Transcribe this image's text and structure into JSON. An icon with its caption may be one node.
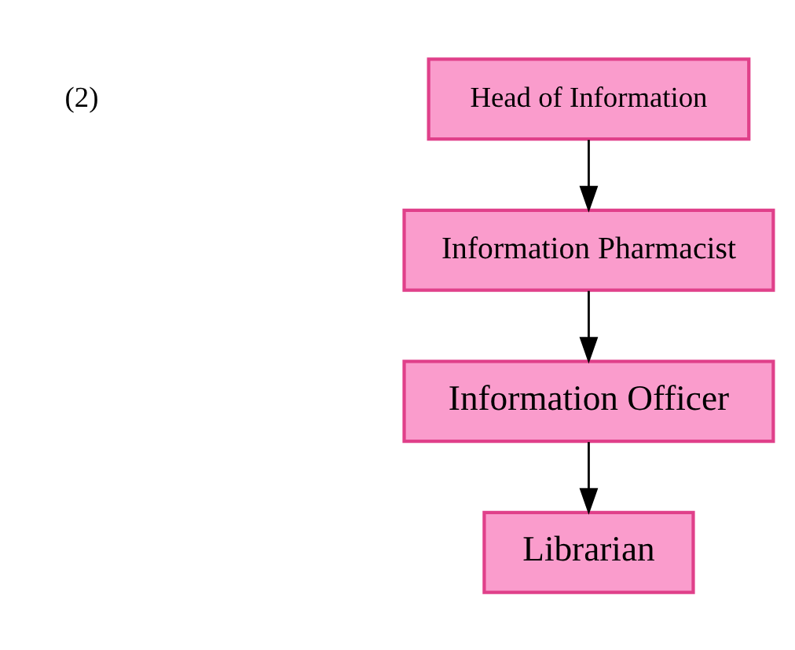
{
  "diagram": {
    "nodes": [
      {
        "text": [
          "Head of Information"
        ]
      },
      {
        "text": [
          "Information Pharmacist"
        ]
      },
      {
        "text": [
          "Information Officer"
        ]
      },
      {
        "text": [
          "Librarian"
        ]
      }
    ],
    "edges": [
      {
        "from": 0,
        "to": 1,
        "arrow": "to"
      },
      {
        "from": 1,
        "to": 2,
        "arrow": "to"
      },
      {
        "from": 2,
        "to": 3,
        "arrow": "to"
      }
    ],
    "labels": [
      "(2)"
    ]
  }
}
